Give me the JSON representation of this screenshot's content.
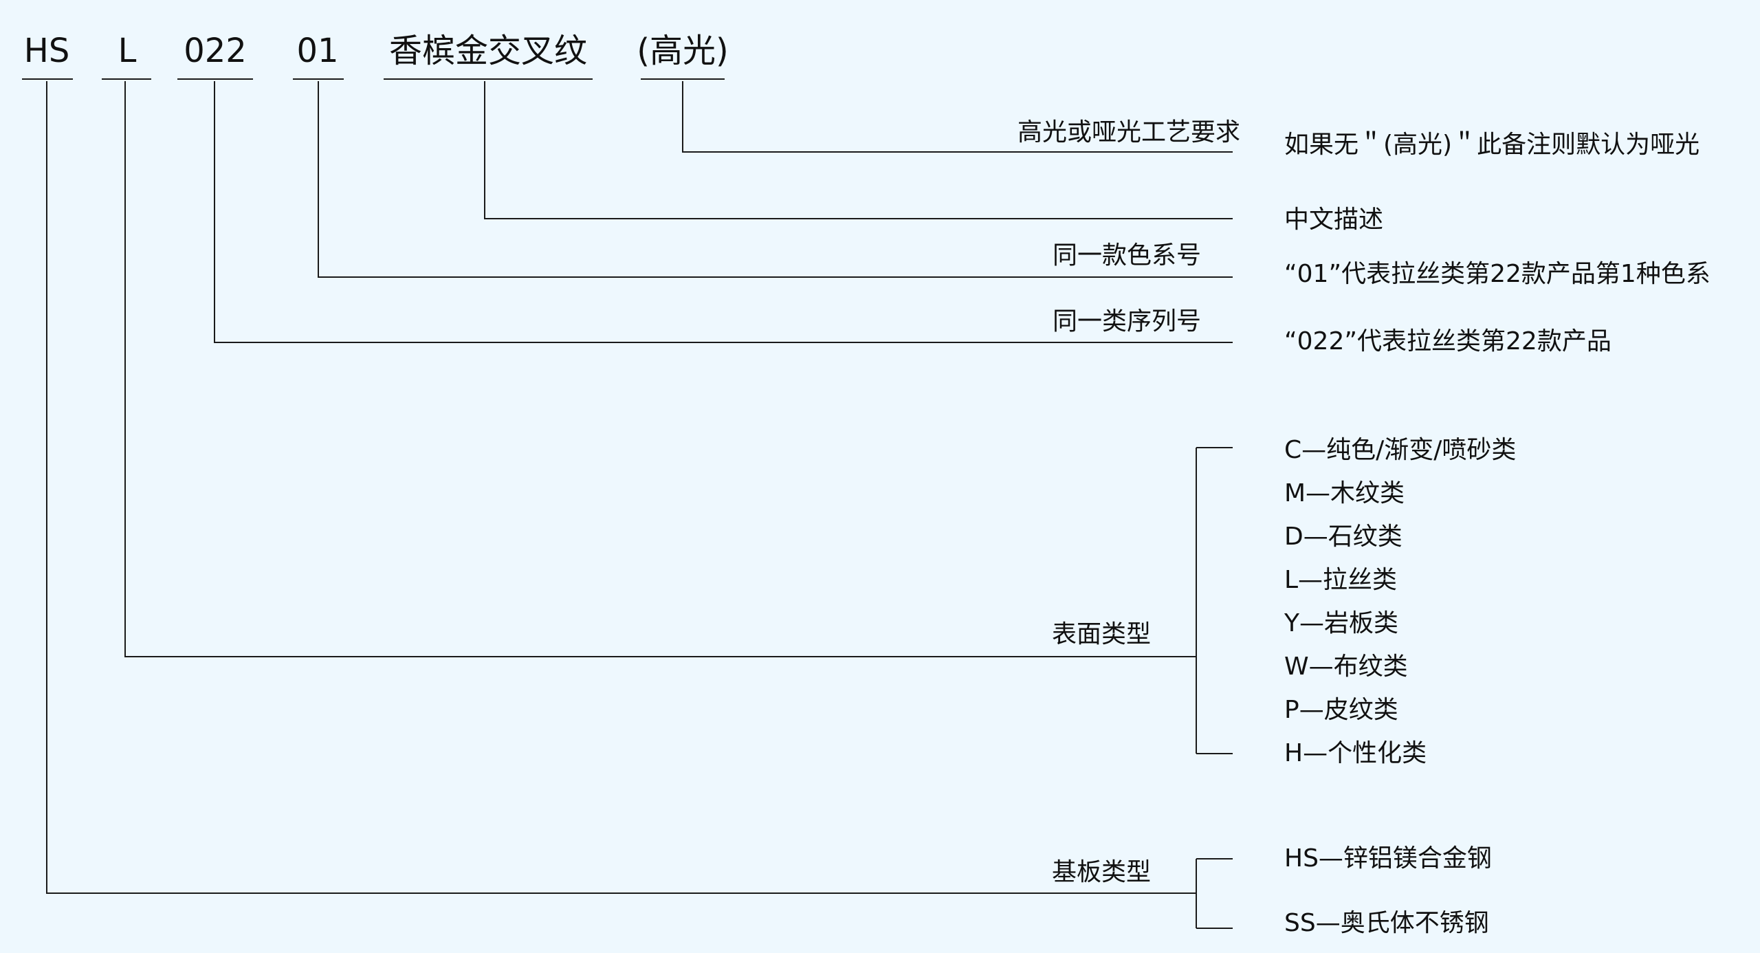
{
  "code": {
    "parts": [
      "HS",
      "L",
      "022",
      "01",
      "香槟金交叉纹",
      "(高光)"
    ]
  },
  "fields": {
    "finish": {
      "name": "高光或哑光工艺要求",
      "description": "如果无＂(高光)＂此备注则默认为哑光"
    },
    "chinese": {
      "description": "中文描述"
    },
    "color": {
      "name": "同一款色系号",
      "description": "“01”代表拉丝类第22款产品第1种色系"
    },
    "series": {
      "name": "同一类序列号",
      "description": "“022”代表拉丝类第22款产品"
    },
    "surface": {
      "name": "表面类型",
      "options": [
        "C—纯色/渐变/喷砂类",
        "M—木纹类",
        "D—石纹类",
        "L—拉丝类",
        "Y—岩板类",
        "W—布纹类",
        "P—皮纹类",
        "H—个性化类"
      ]
    },
    "substrate": {
      "name": "基板类型",
      "options": [
        "HS—锌铝镁合金钢",
        "SS—奥氏体不锈钢"
      ]
    }
  }
}
